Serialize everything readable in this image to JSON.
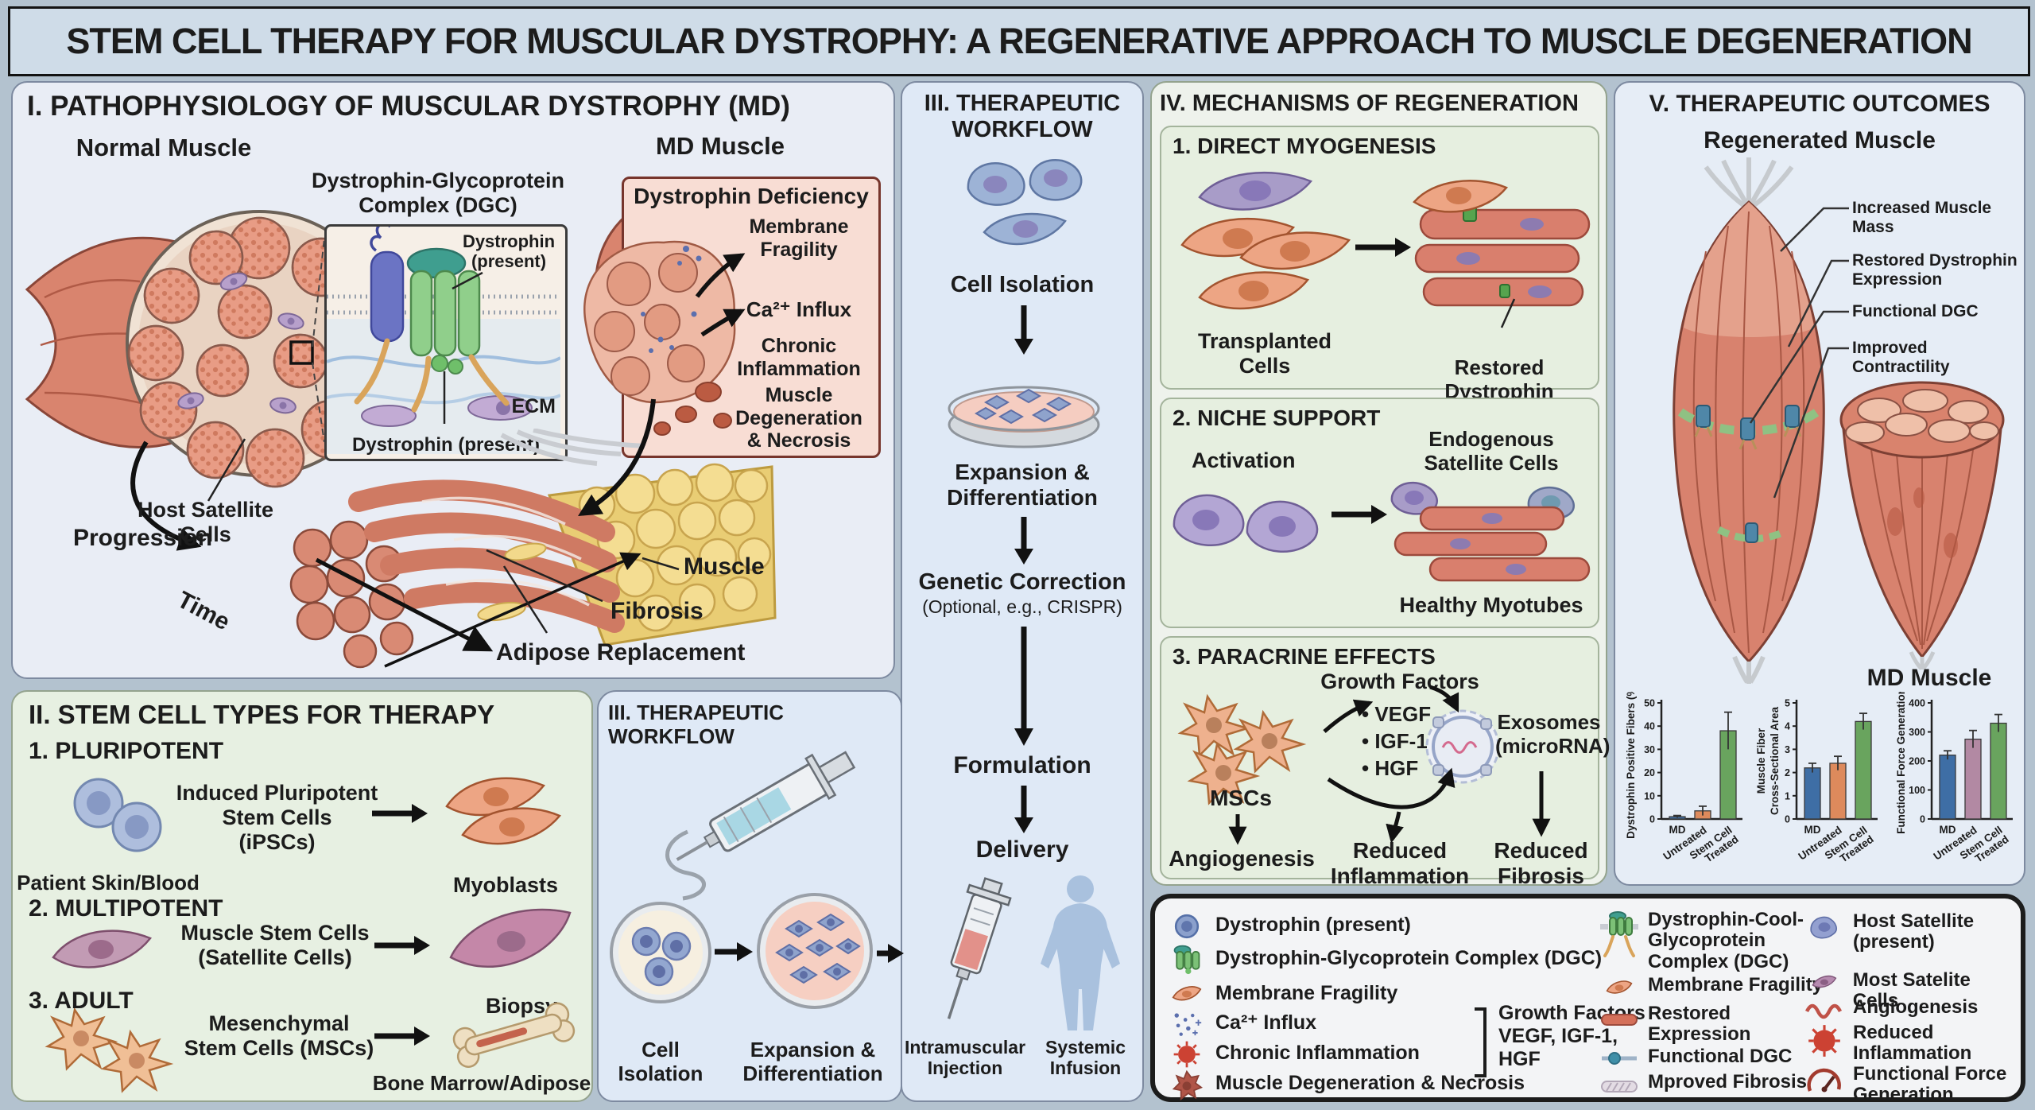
{
  "title": "STEM CELL THERAPY FOR MUSCULAR DYSTROPHY: A REGENERATIVE APPROACH TO MUSCLE DEGENERATION",
  "panel1": {
    "heading": "I. PATHOPHYSIOLOGY OF MUSCULAR DYSTROPHY (MD)",
    "normal_muscle": "Normal Muscle",
    "md_muscle": "MD Muscle",
    "host_satellite": "Host Satellite\nCells",
    "progression": "Progression",
    "time": "Time",
    "muscle": "Muscle",
    "fibrosis": "Fibrosis",
    "adipose": "Adipose Replacement",
    "dgc_inset": {
      "heading": "Dystrophin-Glycoprotein\nComplex (DGC)",
      "dystrophin_top": "Dystrophin\n(present)",
      "dystrophin_bottom": "Dystrophin (present)",
      "ecm": "ECM"
    },
    "deficiency": {
      "heading": "Dystrophin Deficiency",
      "item1": "Membrane\nFragility",
      "item2": "Ca²⁺ Influx",
      "item3": "Chronic\nInflammation",
      "item4": "Muscle\nDegeneration\n& Necrosis"
    }
  },
  "panel2": {
    "heading": "II. STEM CELL TYPES FOR THERAPY",
    "s1_num": "1. PLURIPOTENT",
    "s1_source": "Patient Skin/Blood",
    "s1_mid": "Induced Pluripotent\nStem Cells\n(iPSCs)",
    "s1_result": "Myoblasts",
    "s2_num": "2. MULTIPOTENT",
    "s2_mid": "Muscle Stem Cells\n(Satellite Cells)",
    "s2_result": "Biopsy",
    "s3_num": "3. ADULT",
    "s3_mid": "Mesenchymal\nStem Cells (MSCs)",
    "s3_result": "Bone Marrow/Adipose"
  },
  "panel3v": {
    "heading": "III. THERAPEUTIC\nWORKFLOW",
    "cell_isolation": "Cell Isolation",
    "expansion": "Expansion &\nDifferentiation",
    "genetic_correction": "Genetic Correction",
    "genetic_sub": "(Optional, e.g., CRISPR)",
    "formulation": "Formulation",
    "delivery": "Delivery",
    "intramuscular": "Intramuscular\nInjection",
    "systemic": "Systemic\nInfusion"
  },
  "panel3b": {
    "heading": "III. THERAPEUTIC WORKFLOW",
    "cell_isolation": "Cell\nIsolation",
    "expansion": "Expansion &\nDifferentiation"
  },
  "panel4": {
    "heading": "IV. MECHANISMS OF REGENERATION",
    "card1": {
      "heading": "1. DIRECT MYOGENESIS",
      "left_label": "Transplanted\nCells",
      "right_label": "Restored Dystrophin"
    },
    "card2": {
      "heading": "2. NICHE SUPPORT",
      "left_label": "Activation",
      "top_label": "Endogenous\nSatellite Cells",
      "bottom_label": "Healthy Myotubes"
    },
    "card3": {
      "heading": "3. PARACRINE EFFECTS",
      "growth_factors": "Growth Factors",
      "gf_items": "• VEGF\n• IGF-1\n• HGF",
      "exosomes": "Exosomes\n(microRNA)",
      "mscs": "MSCs",
      "angiogenesis": "Angiogenesis",
      "reduced_inflammation": "Reduced\nInflammation",
      "reduced_fibrosis": "Reduced\nFibrosis"
    }
  },
  "panel5": {
    "heading": "V. THERAPEUTIC OUTCOMES",
    "regenerated": "Regenerated Muscle",
    "labels": [
      "Increased Muscle Mass",
      "Restored Dystrophin\nExpression",
      "Functional DGC",
      "Improved Contractility"
    ],
    "md_muscle": "MD Muscle"
  },
  "legend": {
    "col1": [
      {
        "icon": "dystrophin-circle-icon",
        "label": "Dystrophin (present)"
      },
      {
        "icon": "dgc-complex-icon",
        "label": "Dystrophin-Glycoprotein Complex (DGC)"
      },
      {
        "icon": "membrane-fragility-cell-icon",
        "label": "Membrane Fragility"
      },
      {
        "icon": "calcium-particles-icon",
        "label": "Ca²⁺ Influx"
      },
      {
        "icon": "inflammation-burst-icon",
        "label": "Chronic Inflammation"
      },
      {
        "icon": "degeneration-blob-icon",
        "label": "Muscle Degeneration & Necrosis"
      }
    ],
    "growth_factors": "Growth Factors\nVEGF, IGF-1,\nHGF",
    "col2": [
      {
        "icon": "dgc-membrane-icon",
        "label": "Dystrophin-Cool-\nGlycoprotein\nComplex (DGC)"
      },
      {
        "icon": "membrane-fragility-cell-icon",
        "label": "Membrane Fragility"
      },
      {
        "icon": "restored-fiber-icon",
        "label": "Restored\nExpression"
      },
      {
        "icon": "functional-dgc-icon",
        "label": "Functional DGC"
      },
      {
        "icon": "fibrosis-stripe-icon",
        "label": "Mproved Fibrosis"
      }
    ],
    "col3": [
      {
        "icon": "host-satellite-cell-icon",
        "label": "Host Satellite\n(present)"
      },
      {
        "icon": "satellite-spindle-icon",
        "label": "Most Satelite Cells"
      },
      {
        "icon": "angiogenesis-vessel-icon",
        "label": "Angiogenesis"
      },
      {
        "icon": "reduced-inflammation-icon",
        "label": "Reduced\nInflammation"
      },
      {
        "icon": "force-gauge-icon",
        "label": "Functional Force\nGeneration"
      }
    ]
  },
  "chart_data": [
    {
      "type": "bar",
      "ylabel_lines": [
        "Dystrophin Positive Fibers (%)"
      ],
      "ylim": [
        0,
        50
      ],
      "ystep": 10,
      "categories": [
        [
          "MD"
        ],
        [
          "Untreated"
        ],
        [
          "Stem Cell",
          "Treated"
        ]
      ],
      "values": [
        1,
        3.5,
        38
      ],
      "errors": [
        0.5,
        2,
        8
      ],
      "colors": [
        "#3e6ea5",
        "#dd8a5c",
        "#69a45e"
      ]
    },
    {
      "type": "bar",
      "ylabel_lines": [
        "Muscle Fiber",
        "Cross-Sectional Area"
      ],
      "ylim": [
        0,
        5
      ],
      "ystep": 1,
      "categories": [
        [
          "MD"
        ],
        [
          "Untreated"
        ],
        [
          "Stem Cell",
          "Treated"
        ]
      ],
      "values": [
        2.2,
        2.4,
        4.2
      ],
      "errors": [
        0.2,
        0.3,
        0.35
      ],
      "colors": [
        "#3e6ea5",
        "#dd8a5c",
        "#69a45e"
      ]
    },
    {
      "type": "bar",
      "ylabel_lines": [
        "Functional Force Generation"
      ],
      "ylim": [
        0,
        400
      ],
      "ystep": 100,
      "categories": [
        [
          "MD"
        ],
        [
          "Untreated"
        ],
        [
          "Stem Cell",
          "Treated"
        ]
      ],
      "values": [
        220,
        275,
        330
      ],
      "errors": [
        15,
        30,
        30
      ],
      "colors": [
        "#3e6ea5",
        "#b289a3",
        "#69a45e"
      ]
    }
  ]
}
